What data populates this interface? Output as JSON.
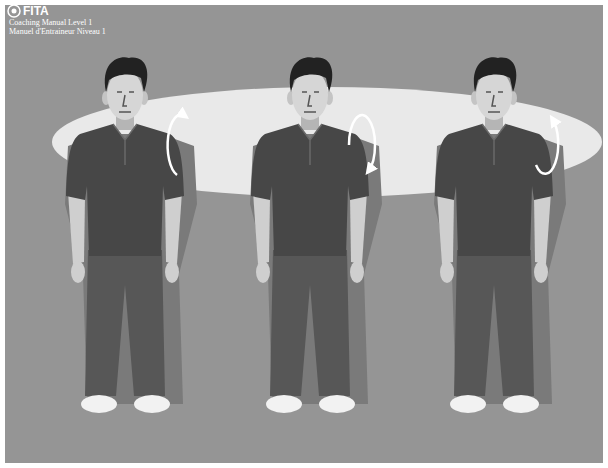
{
  "diagram": {
    "labels": [
      "FITA",
      "Coaching Manual Level 1",
      "Manuel d'Entraineur Niveau 1"
    ]
  }
}
